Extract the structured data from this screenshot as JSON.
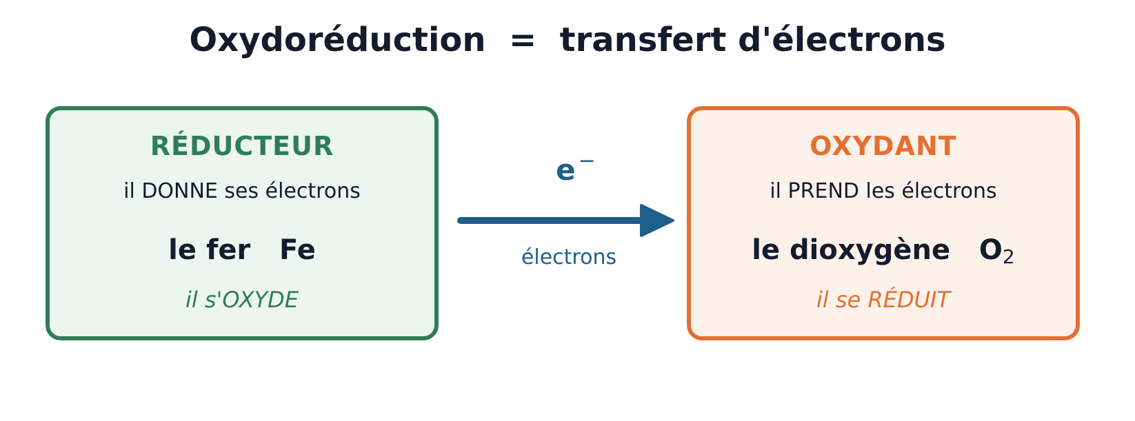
{
  "title": "Oxydoréduction  =  transfert d'électrons",
  "reducer": {
    "role": "RÉDUCTEUR",
    "description": "il DONNE ses électrons",
    "substance_name": "le fer",
    "formula": "Fe",
    "state": "il s'OXYDE",
    "color": "#2e7d57",
    "background": "#ecf5ef"
  },
  "oxidant": {
    "role": "OXYDANT",
    "description": "il PREND les électrons",
    "substance_name": "le dioxygène",
    "formula_main": "O",
    "formula_sub": "2",
    "state": "il se RÉDUIT",
    "color": "#e56f31",
    "background": "#fdf2ea"
  },
  "transfer": {
    "symbol": "e",
    "charge": "−",
    "label": "électrons",
    "color": "#1f5f8b"
  }
}
